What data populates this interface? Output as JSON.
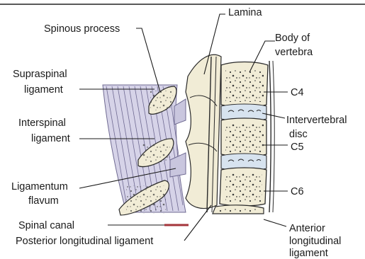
{
  "labels": {
    "lamina": "Lamina",
    "spinous_process": "Spinous process",
    "body_of_vertebra_1": "Body of",
    "body_of_vertebra_2": "vertebra",
    "supraspinal_1": "Supraspinal",
    "supraspinal_2": "ligament",
    "c4": "C4",
    "intervertebral_1": "Intervertebral",
    "intervertebral_2": "disc",
    "interspinal_1": "Interspinal",
    "interspinal_2": "ligament",
    "c5": "C5",
    "ligamentum_1": "Ligamentum",
    "ligamentum_2": "flavum",
    "c6": "C6",
    "spinal_canal": "Spinal canal",
    "posterior_longitudinal": "Posterior longitudinal ligament",
    "anterior_1": "Anterior",
    "anterior_2": "longitudinal",
    "anterior_3": "ligament"
  },
  "colors": {
    "bone": "#f1ecd6",
    "bone_outline": "#2a2a2a",
    "ligament": "#c9c6de",
    "ligament_stroke": "#6f6a92",
    "disc": "#d7e3ef",
    "spinal_canal_marker": "#a4343a"
  }
}
